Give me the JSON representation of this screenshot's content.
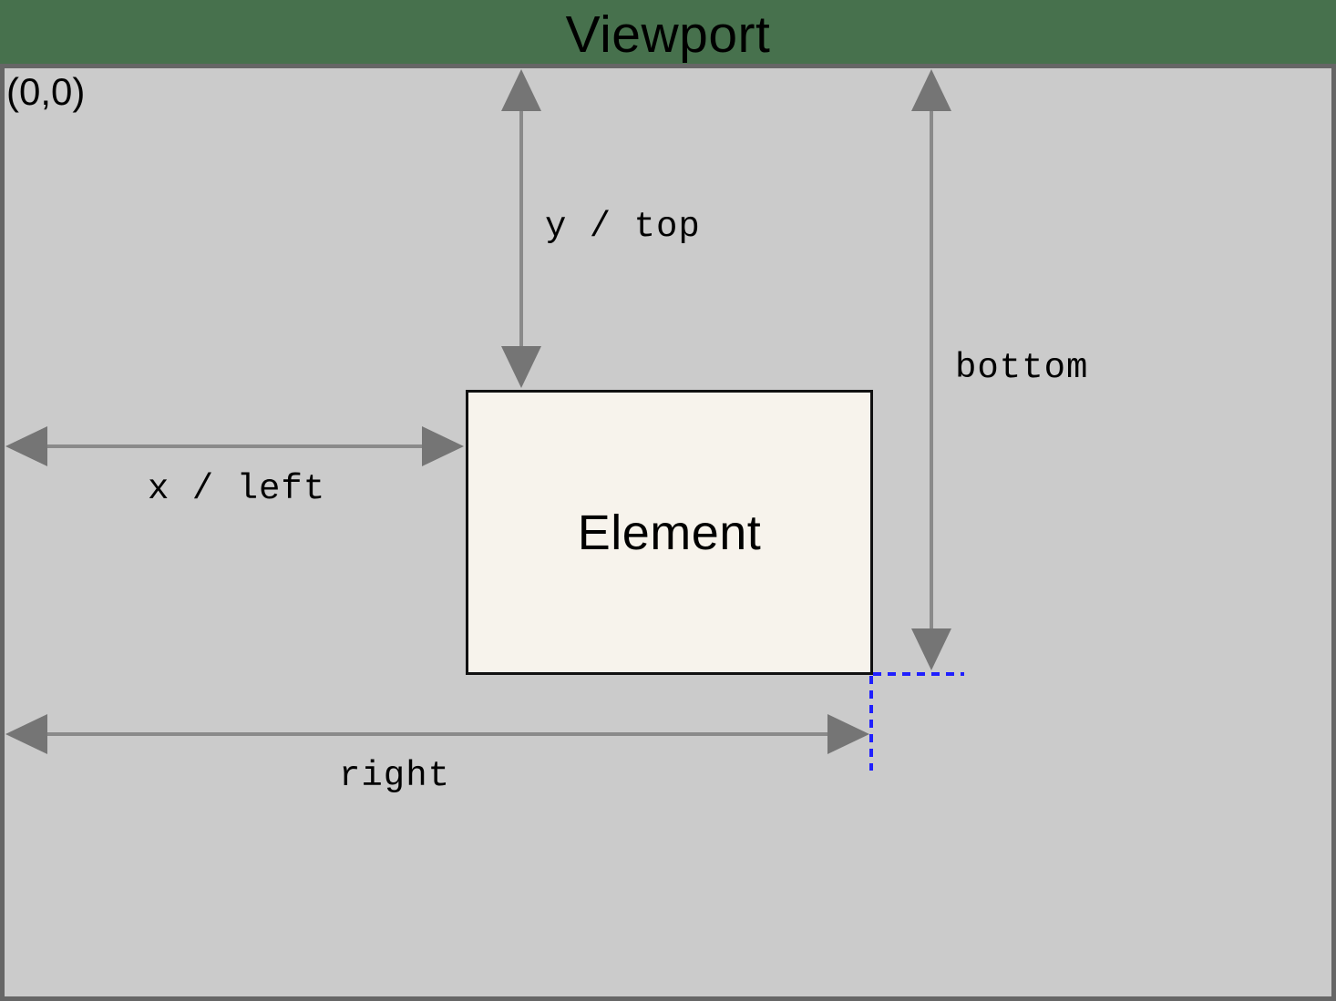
{
  "title": "Viewport",
  "viewport": {
    "origin_label": "(0,0)"
  },
  "element": {
    "label": "Element"
  },
  "measurements": {
    "y_top": "y / top",
    "x_left": "x / left",
    "bottom": "bottom",
    "right": "right"
  },
  "colors": {
    "page_background": "#47714d",
    "viewport_fill": "#cbcbcb",
    "viewport_border": "#666666",
    "element_fill": "#f7f3ec",
    "element_border": "#111111",
    "arrow_shaft": "#8a8a8a",
    "arrow_head": "#757575",
    "guide_blue": "#1f1fff",
    "text": "#000000"
  }
}
